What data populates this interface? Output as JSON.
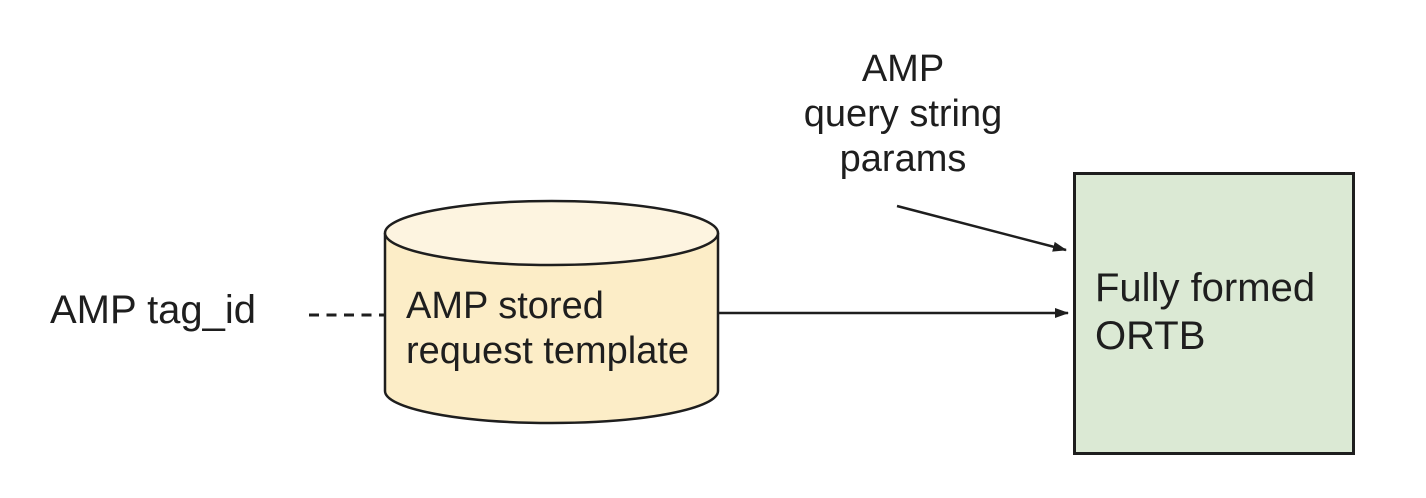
{
  "diagram": {
    "background": "#ffffff",
    "text_color": "#1e1e1e",
    "edge_color": "#1e1e1e",
    "nodes": {
      "amp_tag_id": {
        "type": "text",
        "label": "AMP tag_id"
      },
      "stored_request_db": {
        "type": "database-cylinder",
        "lines": [
          "AMP stored",
          "request template"
        ],
        "body_fill": "#fcedc7",
        "top_fill": "#fdf4e0",
        "stroke": "#1e1e1e"
      },
      "query_params": {
        "type": "text",
        "lines": [
          "AMP",
          "query string",
          "params"
        ]
      },
      "ortb_box": {
        "type": "rect",
        "lines": [
          "Fully formed",
          "ORTB"
        ],
        "fill": "#dbe9d4",
        "stroke": "#1e1e1e"
      }
    },
    "edges": [
      {
        "id": "tagid-to-db",
        "from": "amp_tag_id",
        "to": "stored_request_db",
        "style": "dashed",
        "arrowhead": false
      },
      {
        "id": "db-to-ortb",
        "from": "stored_request_db",
        "to": "ortb_box",
        "style": "solid",
        "arrowhead": true
      },
      {
        "id": "queryparams-to-ortb",
        "from": "query_params",
        "to": "ortb_box",
        "style": "solid",
        "arrowhead": true
      }
    ]
  }
}
